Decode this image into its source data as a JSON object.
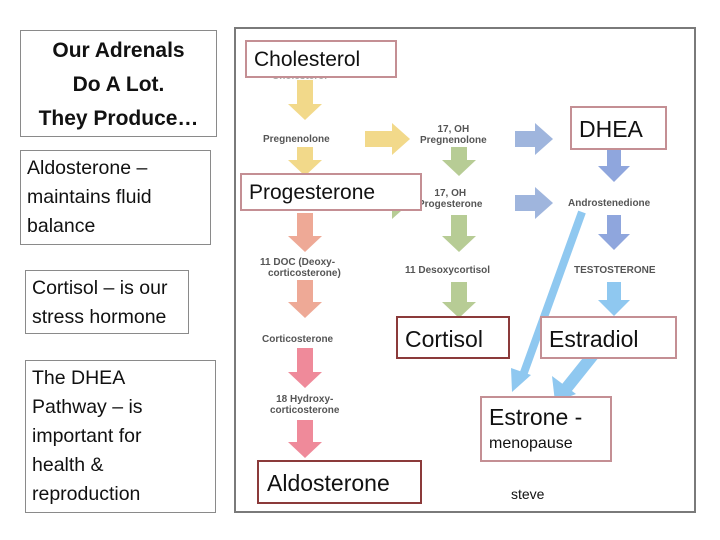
{
  "left_panel": {
    "title_lines": [
      "Our Adrenals",
      "Do A Lot.",
      "They Produce…"
    ],
    "aldosterone": {
      "term": "Aldosterone",
      "rest_1": " – ",
      "rest_2": "maintains fluid",
      "rest_3": "balance"
    },
    "cortisol": {
      "term": "Cortisol",
      "rest_1": " – is our",
      "rest_2": "stress hormone"
    },
    "dhea_pathway": {
      "line1": "The DHEA",
      "term": "Pathway",
      "rest_2": " – is",
      "line3": "important for",
      "line4": "health &",
      "line5": "reproduction"
    }
  },
  "diagram": {
    "nodes": {
      "cholesterol": "Cholesterol",
      "pregnenolone": "Pregnenolone",
      "oh17_preg_1": "17, OH",
      "oh17_preg_2": "Pregnenolone",
      "progesterone": "Progesterone",
      "oh17_prog_1": "17, OH",
      "oh17_prog_2": "Progesterone",
      "androstenedione": "Androstenedione",
      "doc_1": "11 DOC (Deoxy-",
      "doc_2": "corticosterone)",
      "desoxycortisol": "11 Desoxycortisol",
      "testosterone": "TESTOSTERONE",
      "corticosterone": "Corticosterone",
      "hydroxy_1": "18 Hydroxy-",
      "hydroxy_2": "corticosterone"
    },
    "callouts": {
      "cholesterol": "Cholesterol",
      "dhea": "DHEA",
      "progesterone": "Progesterone",
      "cortisol": "Cortisol",
      "estradiol": "Estradiol",
      "estrone": "Estrone  -",
      "menopause": "menopause",
      "aldosterone": "Aldosterone"
    },
    "signature": "steve",
    "colors": {
      "yellow": "#f2d98a",
      "green": "#b7cc95",
      "blue": "#9fb5dd",
      "salmon": "#eea996",
      "pink": "#ef8a9a",
      "light_blue": "#8fc8f0",
      "callout_border": "#c48f94",
      "callout_dark": "#8b3a3a"
    }
  }
}
